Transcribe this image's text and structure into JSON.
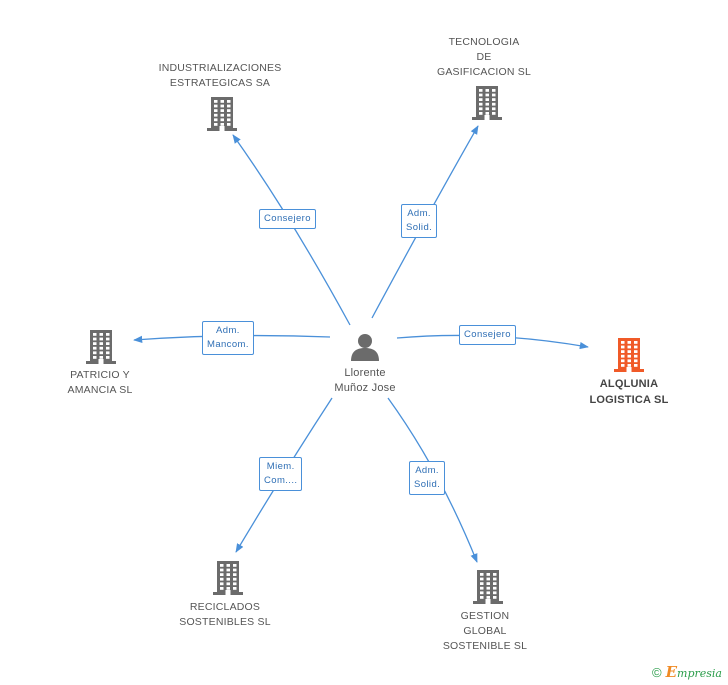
{
  "center": {
    "name_line1": "Llorente",
    "name_line2": "Muñoz Jose",
    "icon": "person-icon"
  },
  "companies": [
    {
      "id": "industrializaciones",
      "lines": [
        "INDUSTRIALIZACIONES",
        "ESTRATEGICAS SA"
      ],
      "relation": [
        "Consejero"
      ],
      "highlight": false
    },
    {
      "id": "tecnologia",
      "lines": [
        "TECNOLOGIA",
        "DE",
        "GASIFICACION SL"
      ],
      "relation": [
        "Adm.",
        "Solid."
      ],
      "highlight": false
    },
    {
      "id": "patricio",
      "lines": [
        "PATRICIO Y",
        "AMANCIA  SL"
      ],
      "relation": [
        "Adm.",
        "Mancom."
      ],
      "highlight": false
    },
    {
      "id": "alqlunia",
      "lines": [
        "ALQLUNIA",
        "LOGISTICA SL"
      ],
      "relation": [
        "Consejero"
      ],
      "highlight": true
    },
    {
      "id": "reciclados",
      "lines": [
        "RECICLADOS",
        "SOSTENIBLES SL"
      ],
      "relation": [
        "Miem.",
        "Com...."
      ],
      "highlight": false
    },
    {
      "id": "gestion",
      "lines": [
        "GESTION",
        "GLOBAL",
        "SOSTENIBLE SL"
      ],
      "relation": [
        "Adm.",
        "Solid."
      ],
      "highlight": false
    }
  ],
  "colors": {
    "edge": "#4a90d9",
    "building": "#6b6b6b",
    "building_highlight": "#f05a28",
    "person": "#6b6b6b"
  },
  "footer": {
    "copyright": "©",
    "brand_initial": "E",
    "brand_rest": "mpresia"
  }
}
